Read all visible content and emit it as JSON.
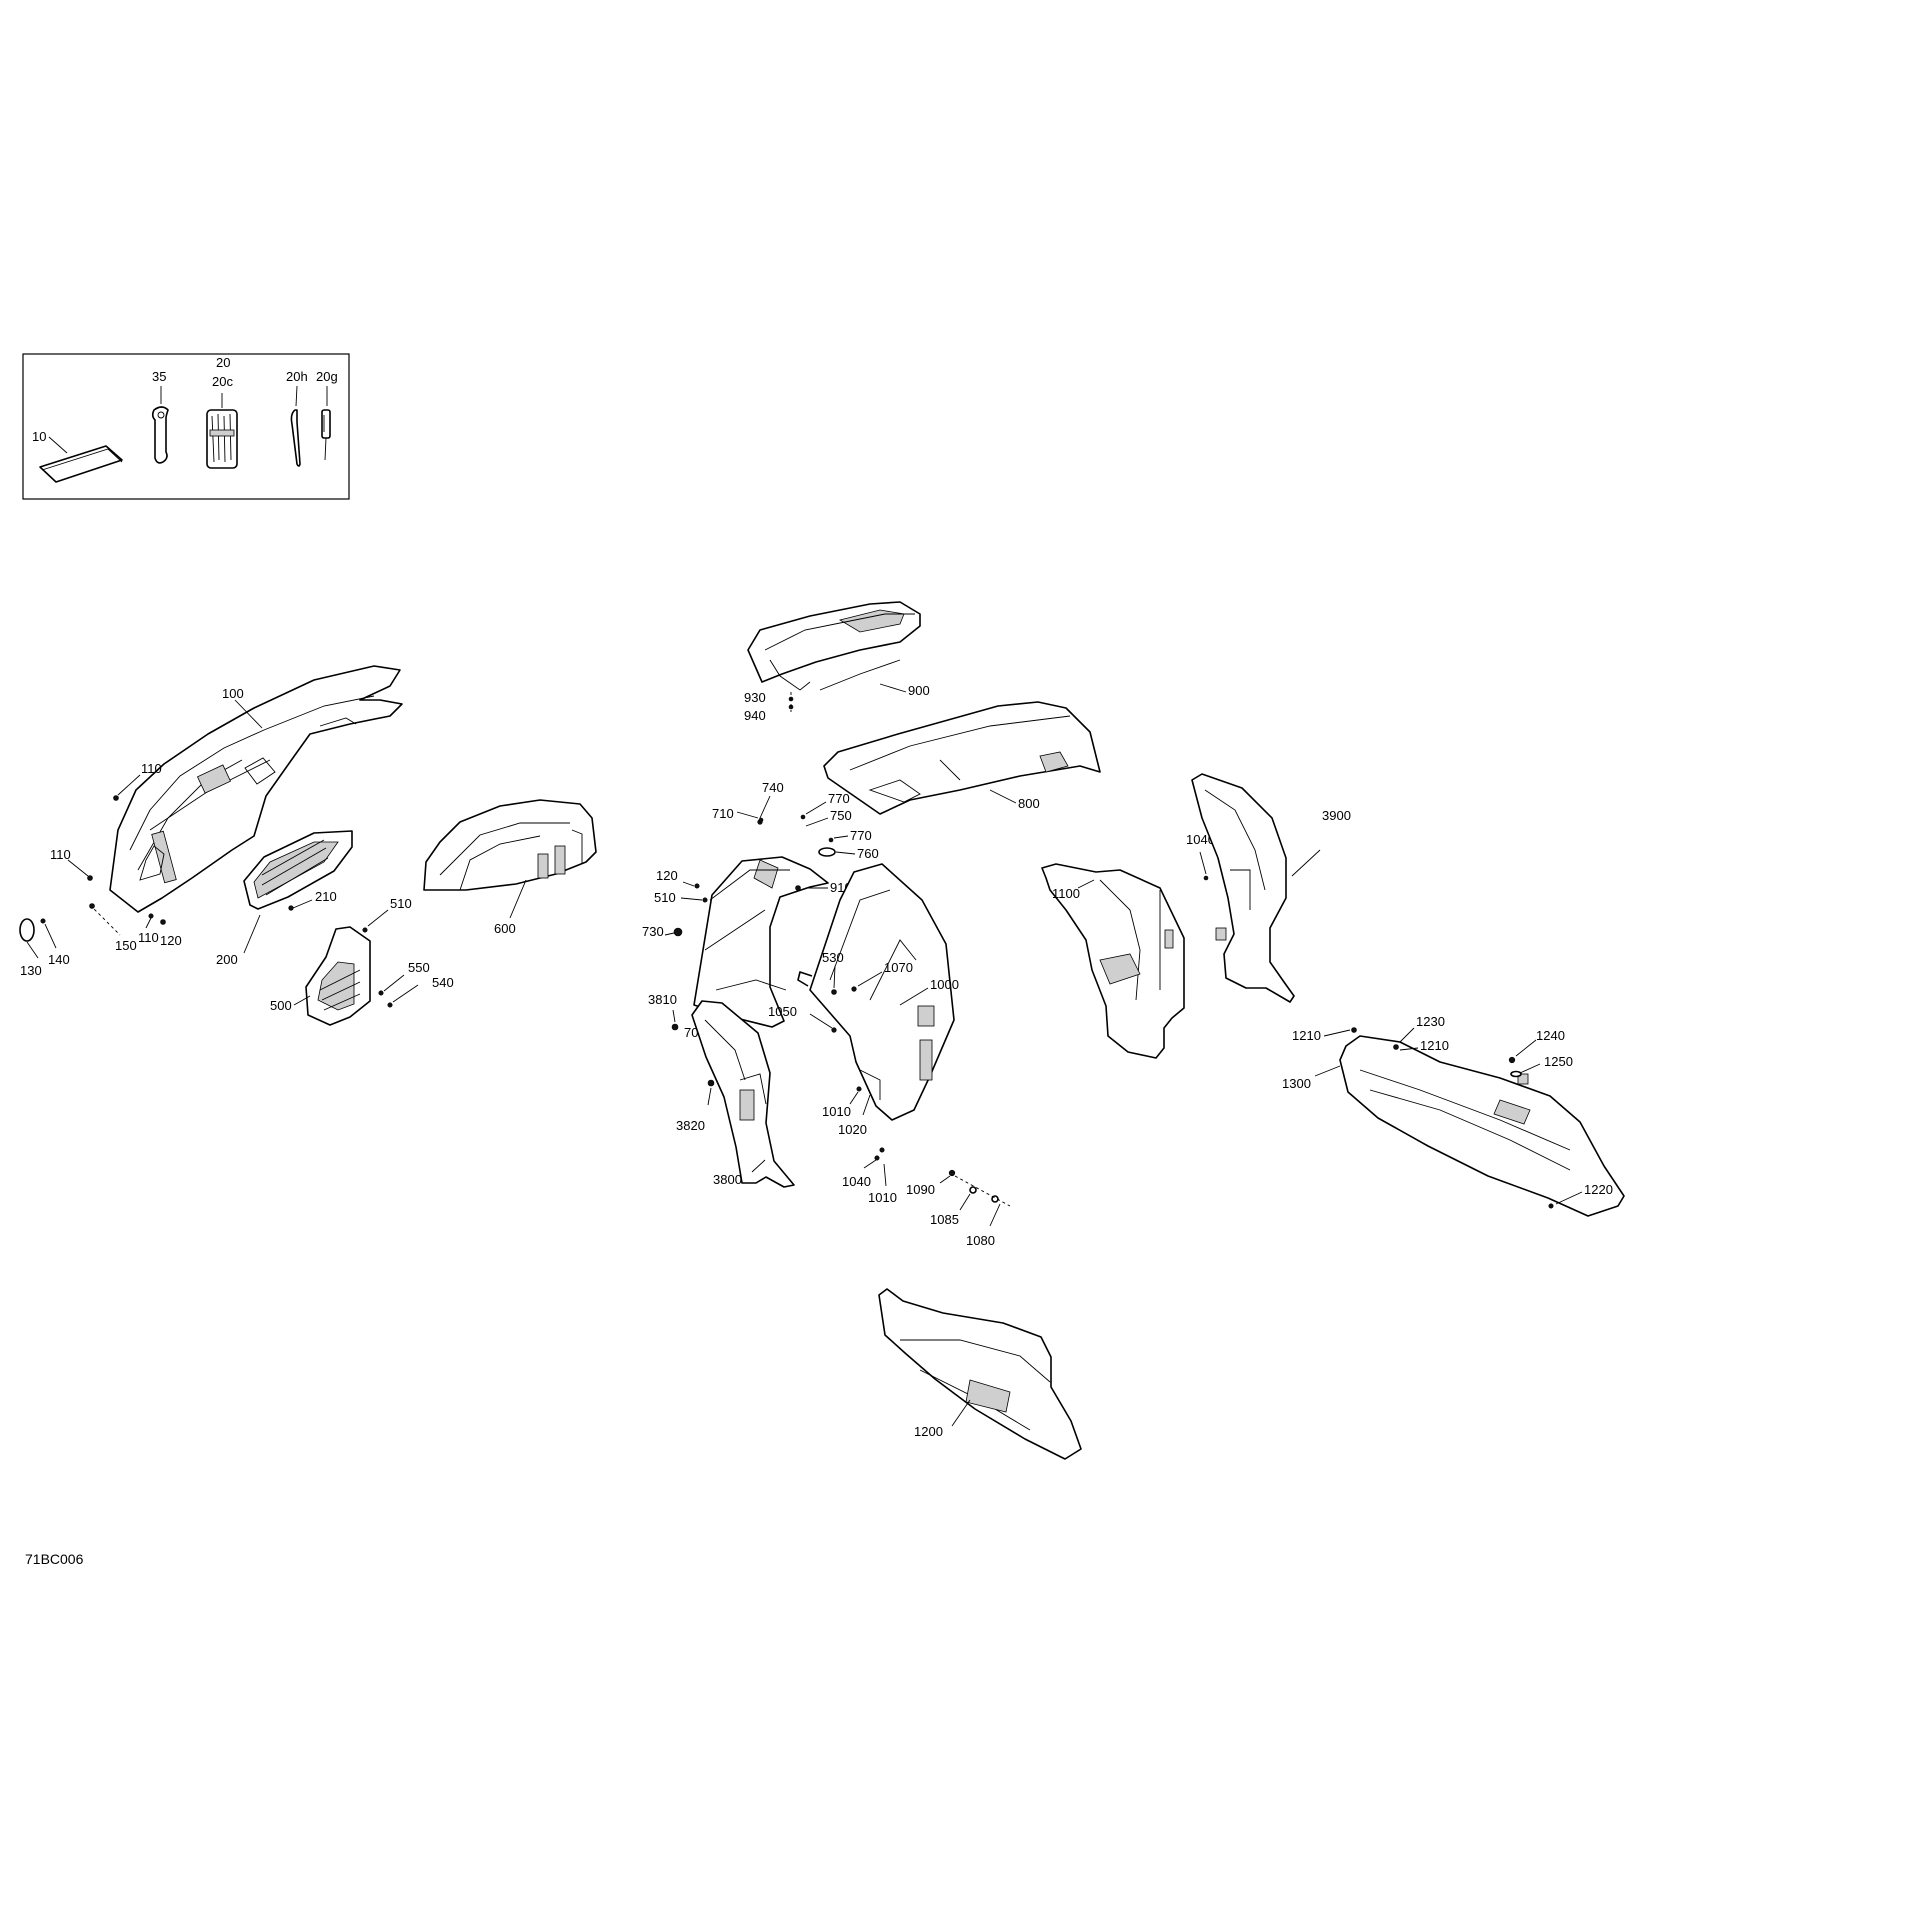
{
  "diagram_code": "71BC006",
  "kit_box": {
    "labels": {
      "p10": "10",
      "p35": "35",
      "p20": "20",
      "p20c": "20c",
      "p20h": "20h",
      "p20g": "20g"
    }
  },
  "callouts": {
    "c100": "100",
    "c110a": "110",
    "c110b": "110",
    "c110c": "110",
    "c120a": "120",
    "c130": "130",
    "c140": "140",
    "c150": "150",
    "c200": "200",
    "c210": "210",
    "c500": "500",
    "c510a": "510",
    "c540": "540",
    "c550": "550",
    "c600": "600",
    "c900": "900",
    "c930": "930",
    "c940": "940",
    "c800": "800",
    "c740": "740",
    "c710": "710",
    "c770a": "770",
    "c750": "750",
    "c770b": "770",
    "c760": "760",
    "c910": "910",
    "c120b": "120",
    "c510b": "510",
    "c730": "730",
    "c700": "700",
    "c530": "530",
    "c1070": "1070",
    "c1000": "1000",
    "c1050": "1050",
    "c3810": "3810",
    "c3820": "3820",
    "c3800": "3800",
    "c1010a": "1010",
    "c1020": "1020",
    "c1040a": "1040",
    "c1010b": "1010",
    "c1090": "1090",
    "c1085": "1085",
    "c1080": "1080",
    "c1100": "1100",
    "c1040b": "1040",
    "c3900": "3900",
    "c1230": "1230",
    "c1210a": "1210",
    "c1210b": "1210",
    "c1240": "1240",
    "c1250": "1250",
    "c1300": "1300",
    "c1220": "1220",
    "c1200": "1200"
  }
}
